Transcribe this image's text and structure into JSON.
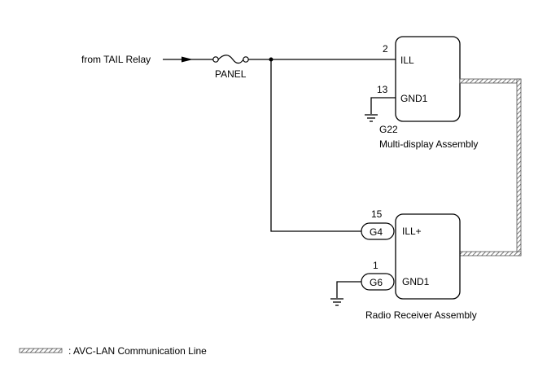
{
  "source": {
    "label": "from TAIL Relay"
  },
  "fuse": {
    "label": "PANEL"
  },
  "components": {
    "multi_display": {
      "code": "G22",
      "name": "Multi-display Assembly",
      "pins": [
        {
          "number": "2",
          "name": "ILL"
        },
        {
          "number": "13",
          "name": "GND1"
        }
      ]
    },
    "radio_receiver": {
      "name": "Radio Receiver Assembly",
      "pins": [
        {
          "number": "15",
          "connector": "G4",
          "name": "ILL+"
        },
        {
          "number": "1",
          "connector": "G6",
          "name": "GND1"
        }
      ]
    }
  },
  "legend": {
    "label": ": AVC-LAN Communication Line"
  }
}
